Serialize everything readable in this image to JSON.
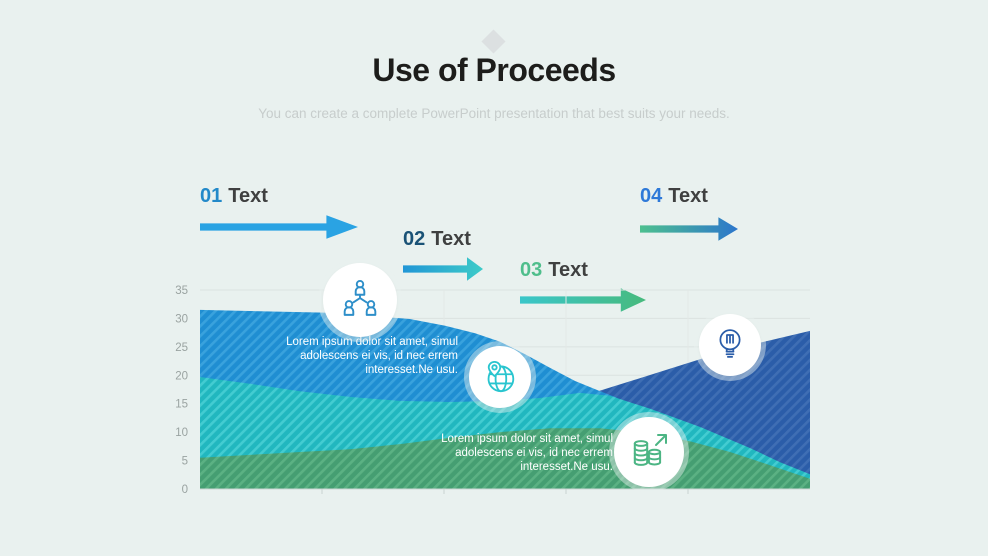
{
  "slide": {
    "title": "Use of Proceeds",
    "subtitle": "You can create a complete PowerPoint presentation that best suits your needs.",
    "bg_color": "#e9f1ef",
    "diamond_color": "#dce0e1",
    "label_text_color": "#3f4040"
  },
  "steps": [
    {
      "number": "01",
      "label": "Text",
      "number_color": "#2389c9",
      "arrow_from": "#2aa3e3",
      "arrow_to": "#2aa3e3"
    },
    {
      "number": "02",
      "label": "Text",
      "number_color": "#1a5276",
      "arrow_from": "#2196d6",
      "arrow_to": "#3dcbc8"
    },
    {
      "number": "03",
      "label": "Text",
      "number_color": "#4fbe8c",
      "arrow_from": "#3ac6ca",
      "arrow_to": "#47ba7d"
    },
    {
      "number": "04",
      "label": "Text",
      "number_color": "#2e79d8",
      "arrow_from": "#4dc08f",
      "arrow_to": "#2c76cc"
    }
  ],
  "callouts": [
    {
      "icon": "people-network-icon",
      "icon_color": "#2e8fc9"
    },
    {
      "icon": "globe-pin-icon",
      "icon_color": "#29c5cf"
    },
    {
      "icon": "lightbulb-icon",
      "icon_color": "#2b5da9"
    },
    {
      "icon": "coins-growth-icon",
      "icon_color": "#4cb584"
    }
  ],
  "annotations": [
    {
      "line1": "Lorem ipsum dolor sit amet, simul",
      "line2": "adolescens ei vis,  id nec errem",
      "line3": "interesset.Ne usu."
    },
    {
      "line1": "Lorem ipsum dolor sit amet, simul",
      "line2": "adolescens ei vis, id nec errem",
      "line3": "interesset.Ne usu."
    }
  ],
  "chart_data": {
    "type": "area",
    "title": "",
    "xlabel": "",
    "ylabel": "",
    "ylim": [
      0,
      35
    ],
    "y_ticks": [
      35,
      30,
      25,
      20,
      15,
      10,
      5,
      0
    ],
    "x_gridlines_percent": [
      20,
      40,
      60,
      80
    ],
    "grid": true,
    "legend": false,
    "note": "x values are percent of horizontal axis width; overlapping (not stacked) hatched area series, drawn back to front",
    "series": [
      {
        "name": "dark-blue-area",
        "color": "#2b5da9",
        "stripe": "#3f6eb4",
        "points": [
          [
            58.2,
            13.5
          ],
          [
            61.5,
            15.5
          ],
          [
            64.4,
            16.9
          ],
          [
            75.4,
            20.6
          ],
          [
            86.9,
            24.5
          ],
          [
            100,
            27.8
          ]
        ]
      },
      {
        "name": "light-blue-area",
        "color": "#1f8ed2",
        "stripe": "#39a2dd",
        "points": [
          [
            0,
            31.5
          ],
          [
            21.3,
            31.0
          ],
          [
            34.4,
            29.9
          ],
          [
            40.2,
            28.7
          ],
          [
            45.1,
            27.4
          ],
          [
            49.2,
            25.9
          ],
          [
            53.3,
            23.7
          ],
          [
            57.4,
            21.3
          ],
          [
            61.5,
            19.0
          ],
          [
            65.6,
            17.2
          ],
          [
            68.0,
            16.2
          ],
          [
            69.7,
            15.3
          ]
        ]
      },
      {
        "name": "teal-area",
        "color": "#21b7bf",
        "stripe": "#43ccd1",
        "points": [
          [
            0,
            19.7
          ],
          [
            8.2,
            18.5
          ],
          [
            16.4,
            17.2
          ],
          [
            24.6,
            16.2
          ],
          [
            32.8,
            15.5
          ],
          [
            41,
            15.3
          ],
          [
            49.2,
            15.5
          ],
          [
            55.7,
            16.0
          ],
          [
            62.3,
            16.9
          ],
          [
            67.2,
            16.4
          ],
          [
            73.8,
            14.1
          ],
          [
            82,
            10.9
          ],
          [
            90.2,
            7.2
          ],
          [
            95.1,
            4.7
          ],
          [
            100,
            2.6
          ]
        ]
      },
      {
        "name": "green-area",
        "color": "#459e72",
        "stripe": "#5bb183",
        "points": [
          [
            0,
            5.5
          ],
          [
            8.2,
            6.0
          ],
          [
            16.4,
            6.5
          ],
          [
            24.6,
            7.0
          ],
          [
            32.8,
            7.9
          ],
          [
            41,
            9.0
          ],
          [
            49.2,
            10.0
          ],
          [
            57.4,
            10.7
          ],
          [
            65.6,
            10.7
          ],
          [
            73.8,
            9.8
          ],
          [
            80.3,
            8.4
          ],
          [
            86.9,
            6.5
          ],
          [
            93.4,
            4.2
          ],
          [
            100,
            1.8
          ]
        ]
      }
    ]
  }
}
